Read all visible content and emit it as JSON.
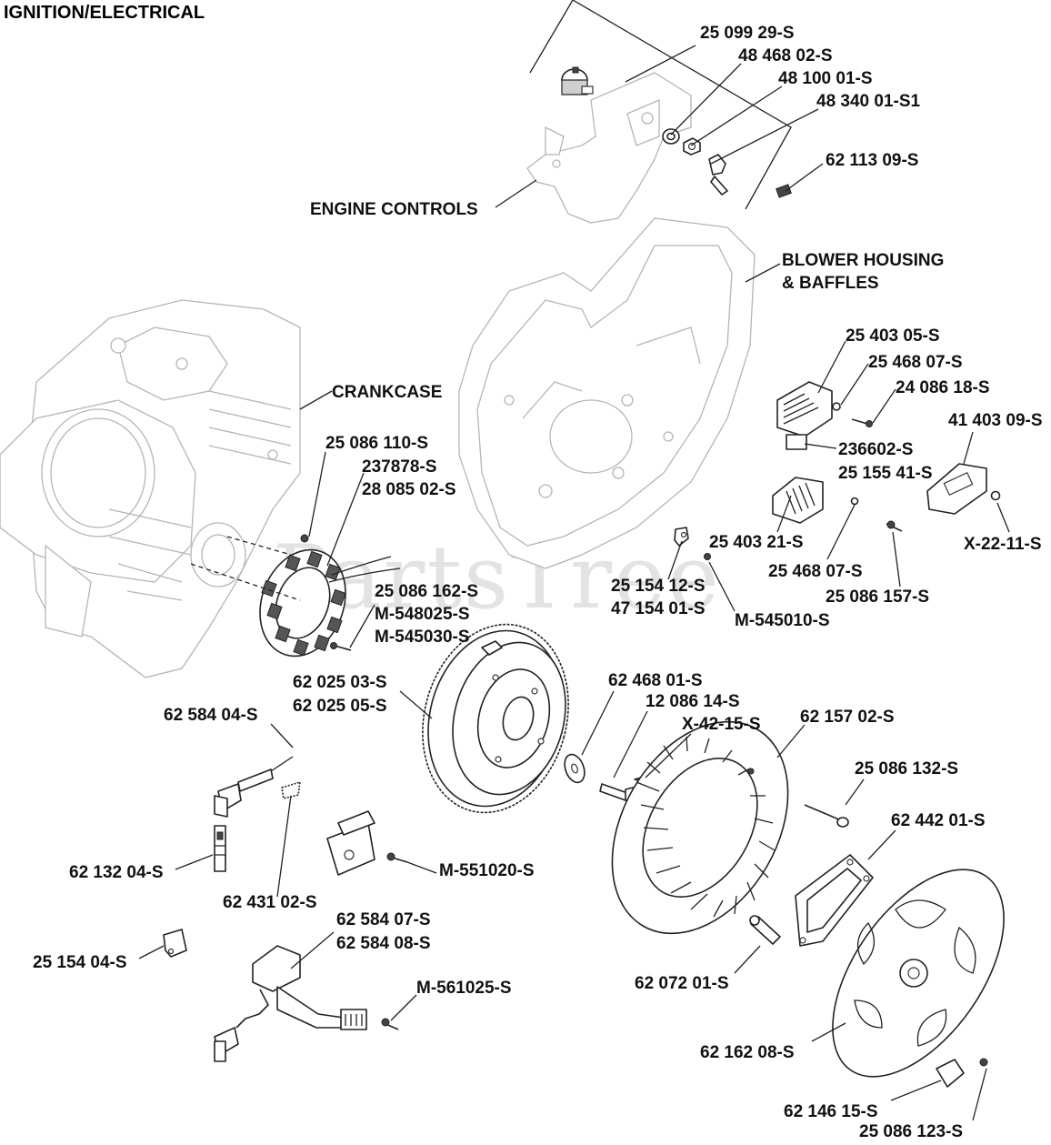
{
  "title": "IGNITION/ELECTRICAL",
  "watermark": "PartsTree",
  "labels": {
    "engine_controls": "ENGINE CONTROLS",
    "blower_housing_1": "BLOWER HOUSING",
    "blower_housing_2": "& BAFFLES",
    "crankcase": "CRANKCASE",
    "p_25099_29": "25 099 29-S",
    "p_48468_02": "48 468 02-S",
    "p_48100_01": "48 100 01-S",
    "p_48340_01": "48 340 01-S1",
    "p_62113_09": "62 113 09-S",
    "p_25403_05": "25 403 05-S",
    "p_25468_07a": "25 468 07-S",
    "p_24086_18": "24 086 18-S",
    "p_41403_09": "41 403 09-S",
    "p_236602": "236602-S",
    "p_25155_41": "25 155 41-S",
    "p_25403_21": "25 403 21-S",
    "p_25468_07b": "25 468 07-S",
    "p_x22_11": "X-22-11-S",
    "p_25086_157": "25 086 157-S",
    "p_25154_12": "25 154 12-S",
    "p_47154_01": "47 154 01-S",
    "p_m545010": "M-545010-S",
    "p_25086_110": "25 086 110-S",
    "p_237878": "237878-S",
    "p_28085_02": "28 085 02-S",
    "p_25086_162": "25 086 162-S",
    "p_m548025": "M-548025-S",
    "p_m545030": "M-545030-S",
    "p_62025_03": "62 025 03-S",
    "p_62025_05": "62 025 05-S",
    "p_62584_04": "62 584 04-S",
    "p_62468_01": "62 468 01-S",
    "p_12086_14": "12 086 14-S",
    "p_x42_15": "X-42-15-S",
    "p_62157_02": "62 157 02-S",
    "p_25086_132": "25 086 132-S",
    "p_62442_01": "62 442 01-S",
    "p_62132_04": "62 132 04-S",
    "p_m551020": "M-551020-S",
    "p_62431_02": "62 431 02-S",
    "p_62584_07": "62 584 07-S",
    "p_62584_08": "62 584 08-S",
    "p_25154_04": "25 154 04-S",
    "p_m561025": "M-561025-S",
    "p_62072_01": "62 072 01-S",
    "p_62162_08": "62 162 08-S",
    "p_62146_15": "62 146 15-S",
    "p_25086_123": "25 086 123-S"
  }
}
